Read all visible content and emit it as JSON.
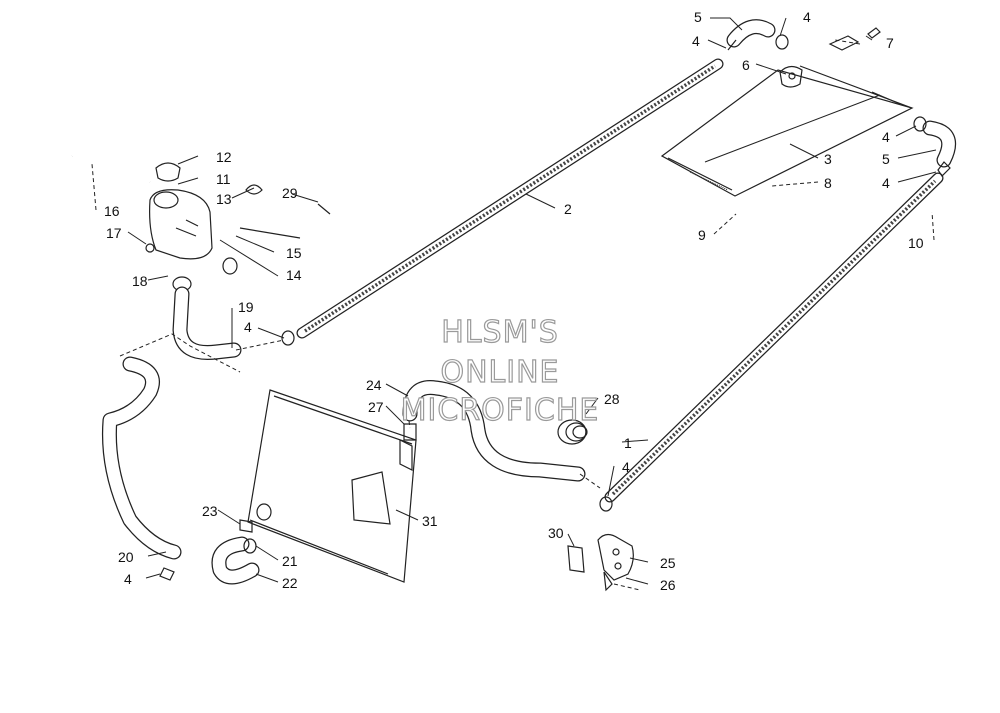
{
  "watermark": {
    "line1": "HLSM'S",
    "line2": "ONLINE",
    "line3": "MICROFICHE"
  },
  "callouts": {
    "c1": "1",
    "c2": "2",
    "c3": "3",
    "c4a": "4",
    "c4b": "4",
    "c4c": "4",
    "c4d": "4",
    "c4e": "4",
    "c4f": "4",
    "c4g": "4",
    "c5a": "5",
    "c5b": "5",
    "c6": "6",
    "c7": "7",
    "c8": "8",
    "c9": "9",
    "c10": "10",
    "c11": "11",
    "c12": "12",
    "c13": "13",
    "c14": "14",
    "c15": "15",
    "c16": "16",
    "c17": "17",
    "c18": "18",
    "c19": "19",
    "c20": "20",
    "c21": "21",
    "c22": "22",
    "c23": "23",
    "c24": "24",
    "c25": "25",
    "c26": "26",
    "c27": "27",
    "c28": "28",
    "c29": "29",
    "c30": "30",
    "c31": "31"
  }
}
